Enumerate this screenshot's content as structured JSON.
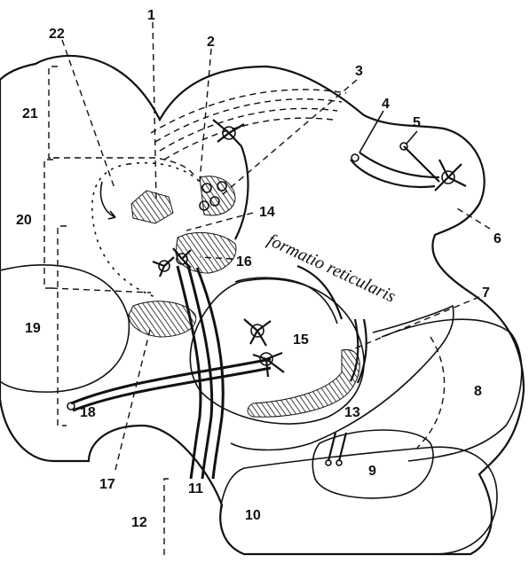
{
  "diagram": {
    "annotation_text": "formatio reticularis",
    "labels": [
      {
        "id": "label-1",
        "text": "1"
      },
      {
        "id": "label-2",
        "text": "2"
      },
      {
        "id": "label-3",
        "text": "3"
      },
      {
        "id": "label-4",
        "text": "4"
      },
      {
        "id": "label-5",
        "text": "5"
      },
      {
        "id": "label-6",
        "text": "6"
      },
      {
        "id": "label-7",
        "text": "7"
      },
      {
        "id": "label-8",
        "text": "8"
      },
      {
        "id": "label-9",
        "text": "9"
      },
      {
        "id": "label-10",
        "text": "10"
      },
      {
        "id": "label-11",
        "text": "11"
      },
      {
        "id": "label-12",
        "text": "12"
      },
      {
        "id": "label-13",
        "text": "13"
      },
      {
        "id": "label-14",
        "text": "14"
      },
      {
        "id": "label-15",
        "text": "15"
      },
      {
        "id": "label-16",
        "text": "16"
      },
      {
        "id": "label-17",
        "text": "17"
      },
      {
        "id": "label-18",
        "text": "18"
      },
      {
        "id": "label-19",
        "text": "19"
      },
      {
        "id": "label-20",
        "text": "20"
      },
      {
        "id": "label-21",
        "text": "21"
      },
      {
        "id": "label-22",
        "text": "22"
      }
    ]
  }
}
